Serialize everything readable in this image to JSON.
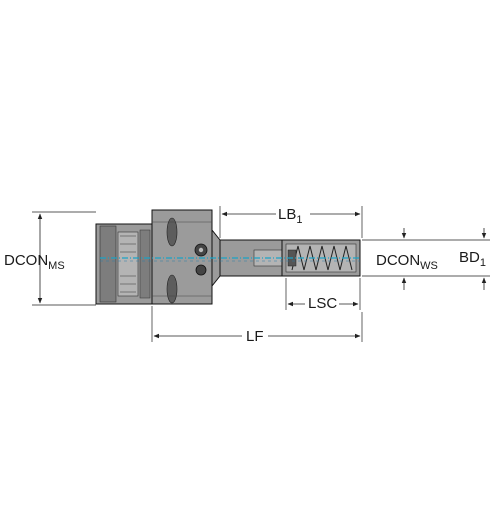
{
  "labels": {
    "dconms": {
      "main": "DCON",
      "sub": "MS"
    },
    "dconws": {
      "main": "DCON",
      "sub": "WS"
    },
    "bd1": {
      "main": "BD",
      "sub": "1"
    },
    "lb1": {
      "main": "LB",
      "sub": "1"
    },
    "lsc": "LSC",
    "lf": "LF"
  },
  "colors": {
    "body": "#9b9b9b",
    "axis": "#1ba3c6",
    "dimension_lines": "#222222"
  }
}
